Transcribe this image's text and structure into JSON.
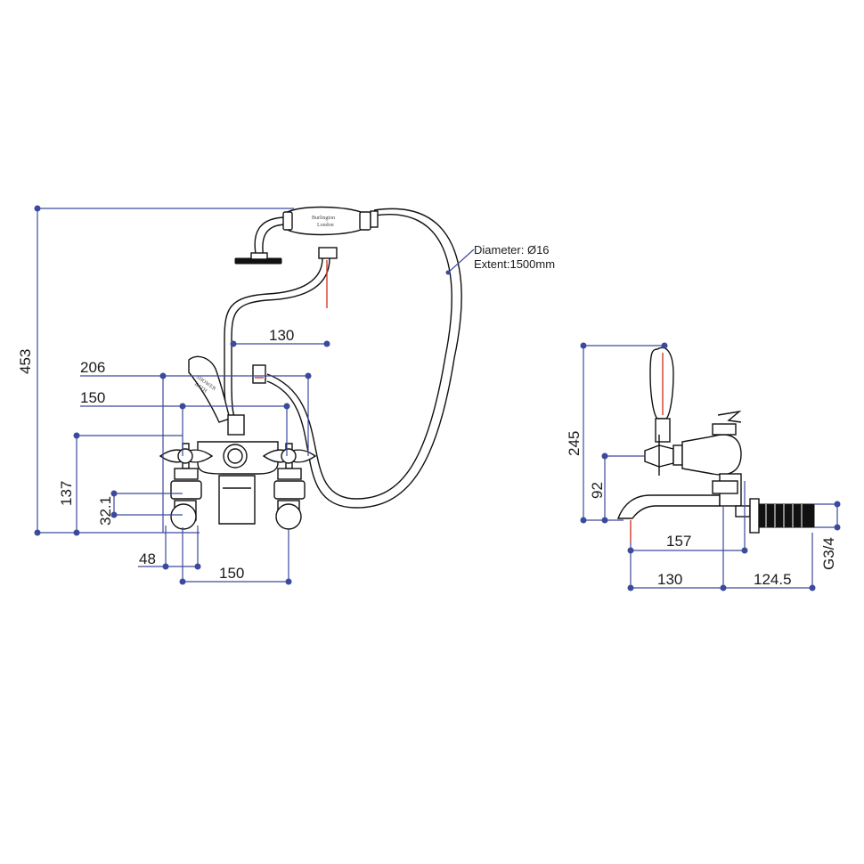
{
  "front_view": {
    "dims": {
      "overall_height": "453",
      "hose_offset": "130",
      "outer_width": "206",
      "handle_centres_top": "150",
      "body_height": "137",
      "inlet_diameter": "32.1",
      "inlet_width": "48",
      "inlet_centres": "150"
    },
    "hose_note": {
      "line1": "Diameter: Ø16",
      "line2": "Extent:1500mm"
    },
    "handset_brand": {
      "line1": "Burlington",
      "line2": "London"
    },
    "lever_label": {
      "line1": "SHOWER",
      "line2": "BATH"
    }
  },
  "side_view": {
    "dims": {
      "lever_height": "245",
      "handle_height": "92",
      "spout_reach": "157",
      "spout_to_body": "130",
      "tail_length": "124.5",
      "thread": "G3/4"
    }
  },
  "colors": {
    "dimension": "#3b4a9c",
    "outline": "#111111",
    "marker": "#d23a2a"
  }
}
